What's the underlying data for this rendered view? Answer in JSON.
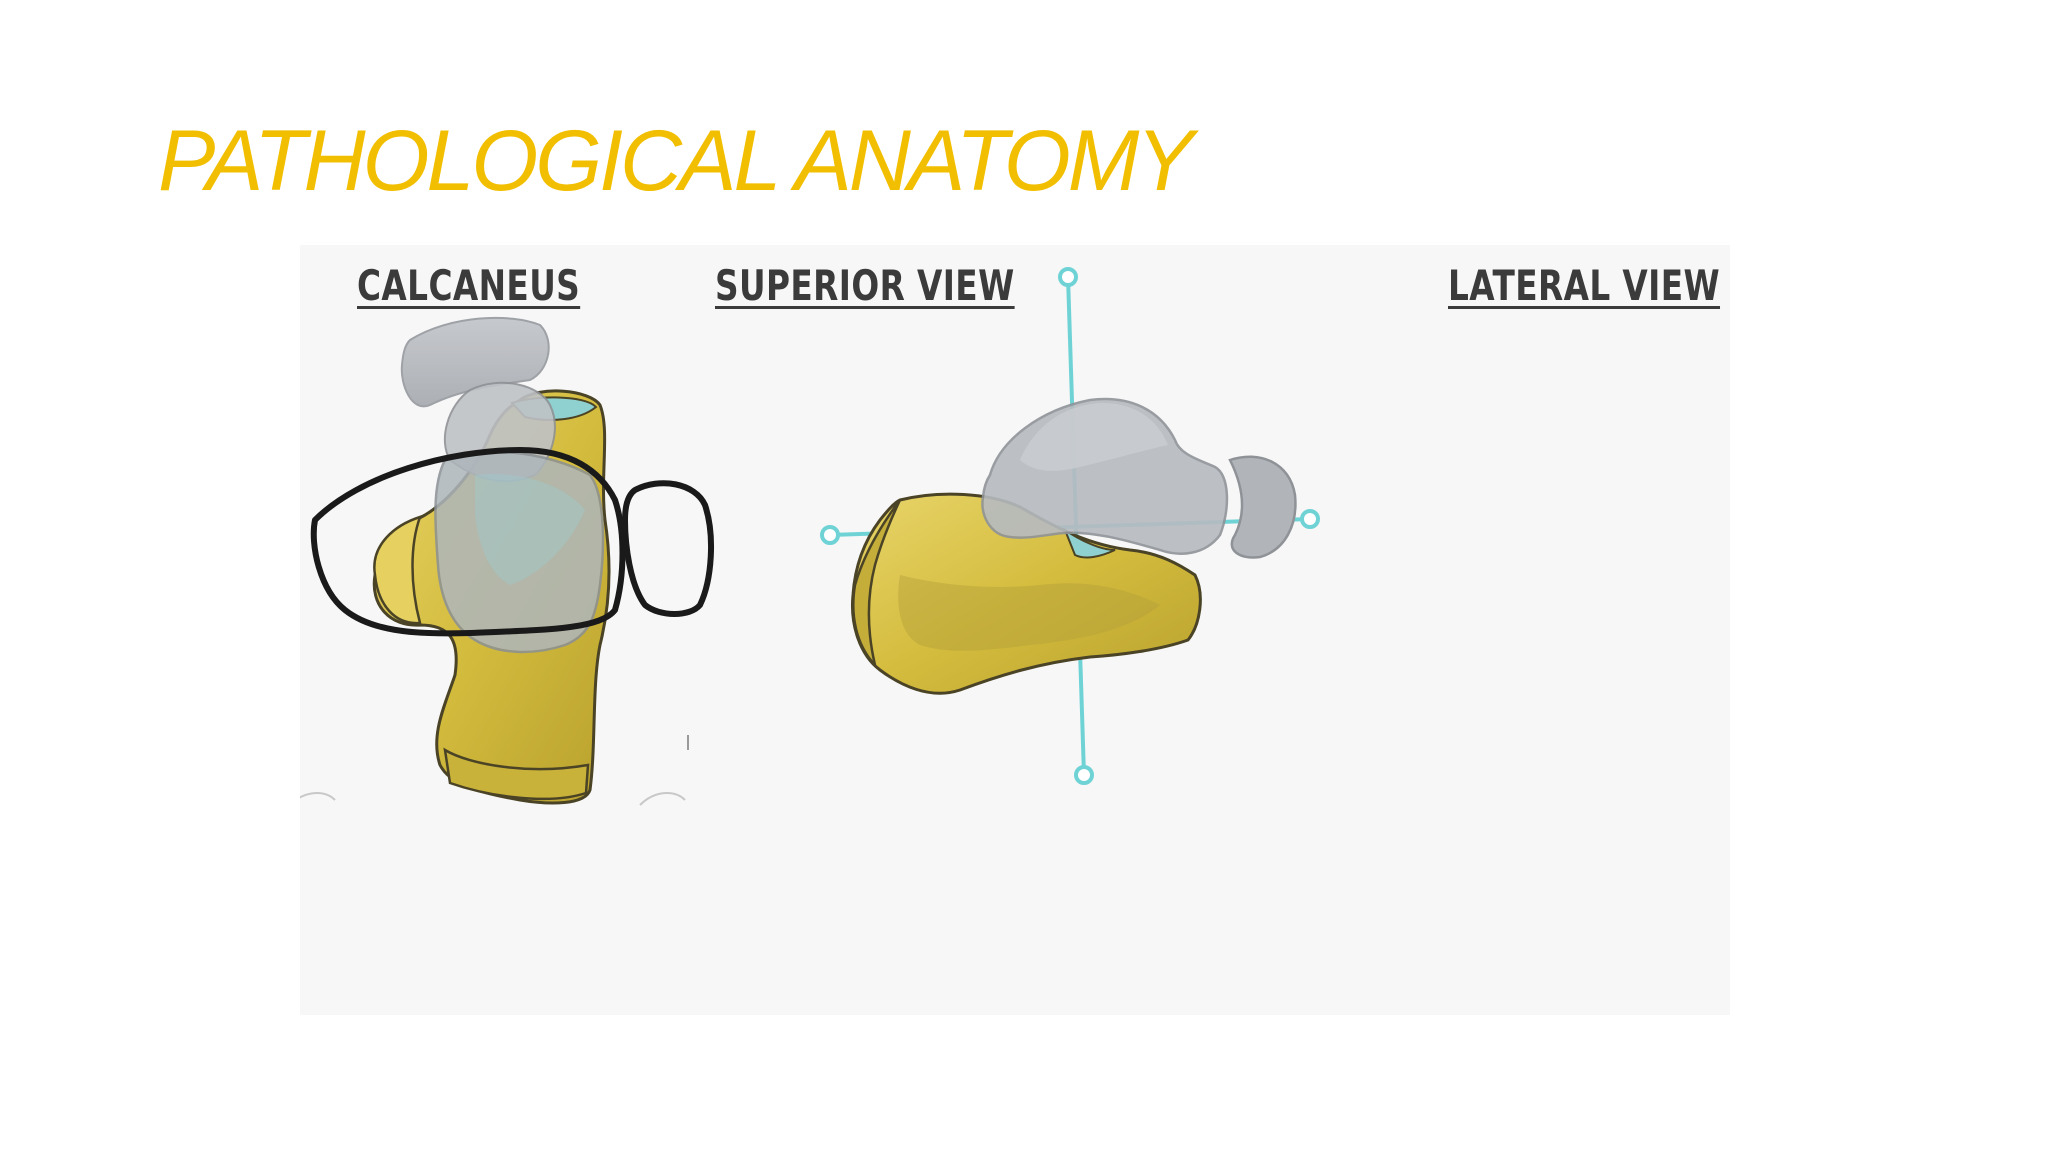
{
  "slide": {
    "title": "PATHOLOGICAL ANATOMY"
  },
  "figure": {
    "labels": {
      "calcaneus": "CALCANEUS",
      "superior_view": "SUPERIOR VIEW",
      "lateral_view": "LATERAL VIEW"
    }
  },
  "colors": {
    "title": "#F2BF00",
    "bone": "#D9C24A",
    "bone_shadow": "#A8952A",
    "talus_gray": "#B9BCC0",
    "axis_cyan": "#6FD3D6",
    "outline": "#1a1a1a"
  }
}
